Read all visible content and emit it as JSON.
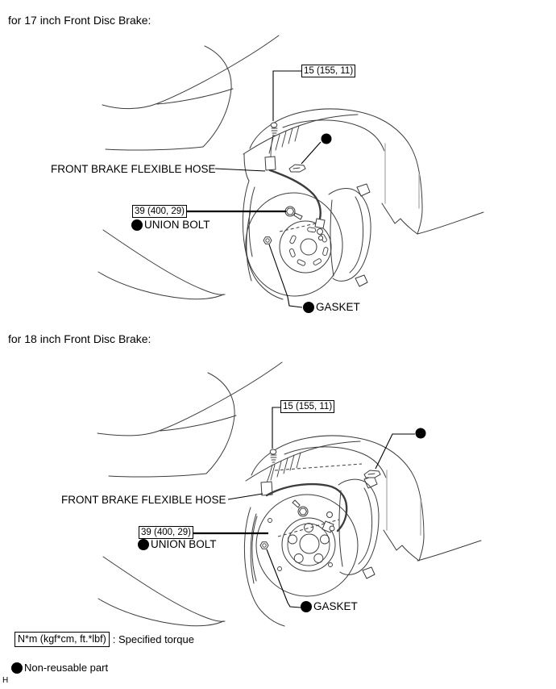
{
  "page": {
    "marker": "H"
  },
  "colors": {
    "ink": "#000000",
    "line": "#3c3c3c"
  },
  "icons": {
    "non_reusable_marker": "filled-circle",
    "torque_value_frame": "rect-box"
  },
  "sections": [
    {
      "title": "for 17 inch Front Disc Brake:",
      "labels": {
        "hose_bracket_torque": "15 (155, 11)",
        "flexible_hose": "FRONT BRAKE FLEXIBLE HOSE",
        "union_bolt_torque": "39 (400, 29)",
        "union_bolt": "UNION BOLT",
        "gasket": "GASKET"
      }
    },
    {
      "title": "for 18 inch Front Disc Brake:",
      "labels": {
        "hose_bracket_torque": "15 (155, 11)",
        "flexible_hose": "FRONT BRAKE FLEXIBLE HOSE",
        "union_bolt_torque": "39 (400, 29)",
        "union_bolt": "UNION BOLT",
        "gasket": "GASKET"
      }
    }
  ],
  "legend": {
    "torque_symbol": "N*m (kgf*cm, ft.*lbf)",
    "torque_meaning": ": Specified torque",
    "non_reusable": "Non-reusable part"
  }
}
